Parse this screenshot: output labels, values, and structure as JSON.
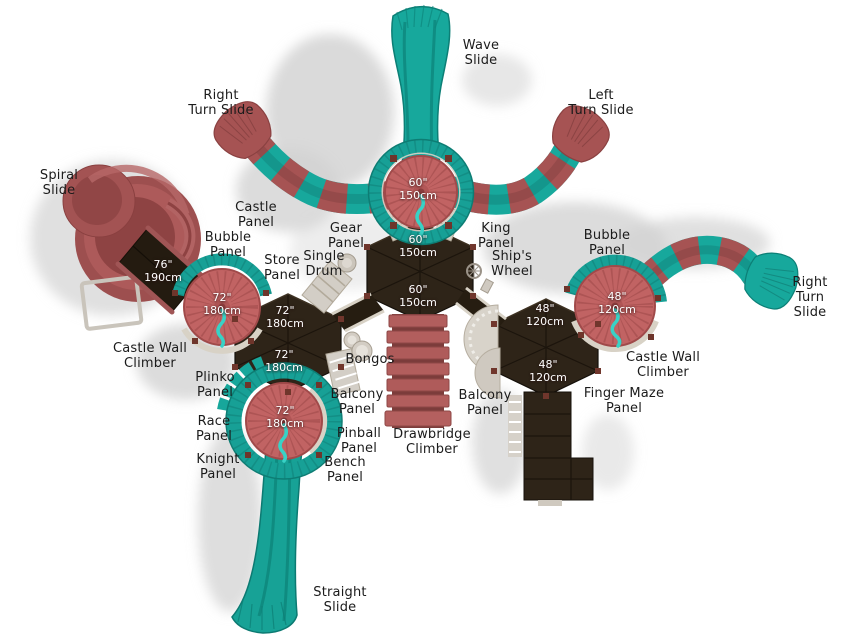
{
  "diagram": {
    "type": "playground-equipment-top-view",
    "palette": {
      "background": "#ffffff",
      "teal_slide": "#17a89c",
      "red_slide": "#a65353",
      "roof_red": "#c16363",
      "deck_brown": "#2e2418",
      "railing_tan": "#d8d2c6",
      "shadow_gray": "#d3d3d3",
      "label_color": "#1b1b1b",
      "deck_label_color": "#ffffff"
    },
    "part_labels": [
      {
        "id": "wave-slide",
        "text": "Wave\nSlide"
      },
      {
        "id": "right-turn-slide-top",
        "text": "Right\nTurn Slide"
      },
      {
        "id": "left-turn-slide",
        "text": "Left\nTurn Slide"
      },
      {
        "id": "spiral-slide",
        "text": "Spiral\nSlide"
      },
      {
        "id": "castle-panel",
        "text": "Castle\nPanel"
      },
      {
        "id": "bubble-panel-left",
        "text": "Bubble\nPanel"
      },
      {
        "id": "store-panel",
        "text": "Store\nPanel"
      },
      {
        "id": "single-drum",
        "text": "Single\nDrum"
      },
      {
        "id": "gear-panel",
        "text": "Gear\nPanel"
      },
      {
        "id": "king-panel",
        "text": "King\nPanel"
      },
      {
        "id": "ships-wheel",
        "text": "Ship's\nWheel"
      },
      {
        "id": "bubble-panel-right",
        "text": "Bubble\nPanel"
      },
      {
        "id": "right-turn-slide-right",
        "text": "Right\nTurn Slide"
      },
      {
        "id": "castle-wall-climber-left",
        "text": "Castle Wall\nClimber"
      },
      {
        "id": "castle-wall-climber-right",
        "text": "Castle Wall\nClimber"
      },
      {
        "id": "plinko-panel",
        "text": "Plinko\nPanel"
      },
      {
        "id": "bongos",
        "text": "Bongos"
      },
      {
        "id": "balcony-panel-center",
        "text": "Balcony\nPanel"
      },
      {
        "id": "balcony-panel-right",
        "text": "Balcony\nPanel"
      },
      {
        "id": "finger-maze-panel",
        "text": "Finger Maze\nPanel"
      },
      {
        "id": "race-panel",
        "text": "Race\nPanel"
      },
      {
        "id": "pinball-panel",
        "text": "Pinball\nPanel"
      },
      {
        "id": "drawbridge-climber",
        "text": "Drawbridge\nClimber"
      },
      {
        "id": "knight-panel",
        "text": "Knight\nPanel"
      },
      {
        "id": "bench-panel",
        "text": "Bench\nPanel"
      },
      {
        "id": "straight-slide",
        "text": "Straight\nSlide"
      }
    ],
    "deck_size_labels": [
      {
        "id": "deck-76-ramp",
        "text": "76\"\n190cm"
      },
      {
        "id": "deck-72-left-tower",
        "text": "72\"\n180cm"
      },
      {
        "id": "deck-72-hex-top",
        "text": "72\"\n180cm"
      },
      {
        "id": "deck-72-hex-bottom",
        "text": "72\"\n180cm"
      },
      {
        "id": "deck-72-bottom-tower",
        "text": "72\"\n180cm"
      },
      {
        "id": "deck-60-top-tower",
        "text": "60\"\n150cm"
      },
      {
        "id": "deck-60-hex-top",
        "text": "60\"\n150cm"
      },
      {
        "id": "deck-60-hex-bottom",
        "text": "60\"\n150cm"
      },
      {
        "id": "deck-48-right-tower",
        "text": "48\"\n120cm"
      },
      {
        "id": "deck-48-hex-top",
        "text": "48\"\n120cm"
      },
      {
        "id": "deck-48-hex-bottom",
        "text": "48\"\n120cm"
      }
    ]
  }
}
